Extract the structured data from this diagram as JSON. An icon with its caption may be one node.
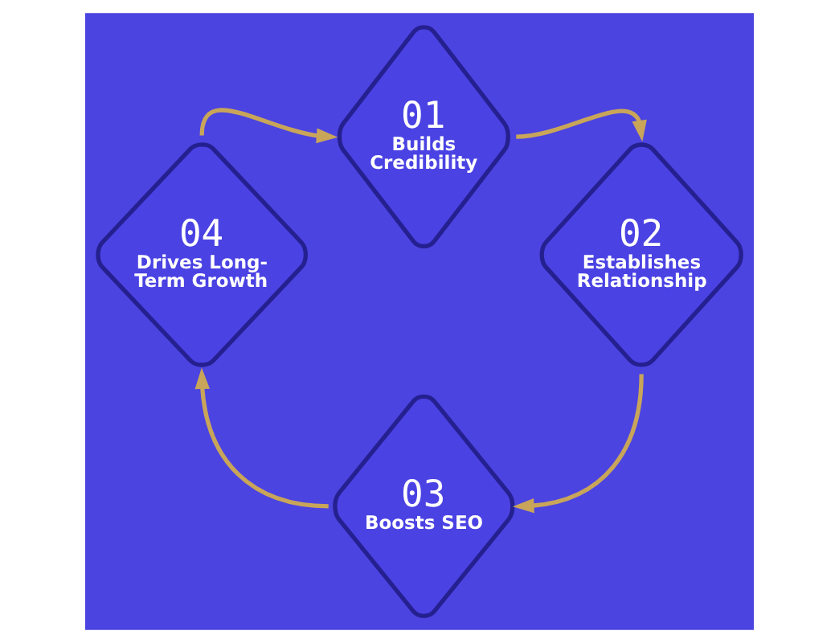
{
  "diagram": {
    "nodes": [
      {
        "text": [
          "01",
          "Builds Credibility"
        ]
      },
      {
        "text": [
          "02",
          "Establishes Relationship"
        ]
      },
      {
        "text": [
          "03",
          "Boosts SEO"
        ]
      },
      {
        "text": [
          "04",
          "Drives Long- Term Growth"
        ]
      }
    ],
    "edges": [
      {
        "from": 0,
        "to": 1,
        "arrow": "to"
      },
      {
        "from": 1,
        "to": 2,
        "arrow": "to"
      },
      {
        "from": 2,
        "to": 3,
        "arrow": "to"
      },
      {
        "from": 3,
        "to": 0,
        "arrow": "to"
      }
    ]
  }
}
